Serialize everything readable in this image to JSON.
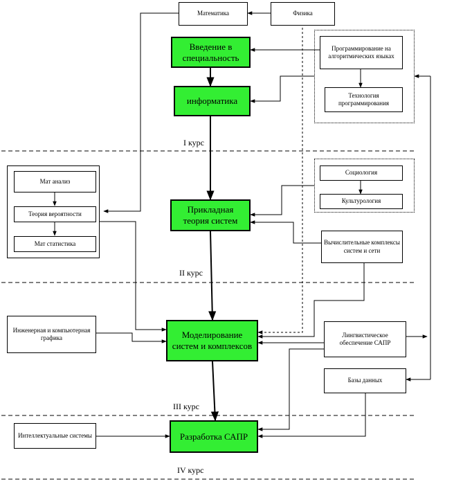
{
  "nodes": {
    "matematika": "Математика",
    "fizika": "Физика",
    "vvedenie": "Введение в специальность",
    "informatika": "информатика",
    "programmirovanie": "Программирование на алгоритмических языках",
    "tekhnologiya": "Технология программирования",
    "mat_analiz": "Мат анализ",
    "teoriya_veroyatnosti": "Теория вероятности",
    "mat_statistika": "Мат статистика",
    "prikladnaya": "Прикладная теория систем",
    "sotsiologiya": "Социология",
    "kulturologiya": "Культурология",
    "vychislitelnye": "Вычислительные комплексы систем и сети",
    "inzhenernaya": "Инженерная и компьютерная графика",
    "modelirovanie": "Моделирование систем и комплексов",
    "lingvisticheskoe": "Лингвистическое обеспечение САПР",
    "bazy": "Базы данных",
    "intellektualnye": "Интеллектуальные системы",
    "razrabotka": "Разработка САПР"
  },
  "courses": {
    "c1": "I курс",
    "c2": "II курс",
    "c3": "III курс",
    "c4": "IV курс"
  }
}
